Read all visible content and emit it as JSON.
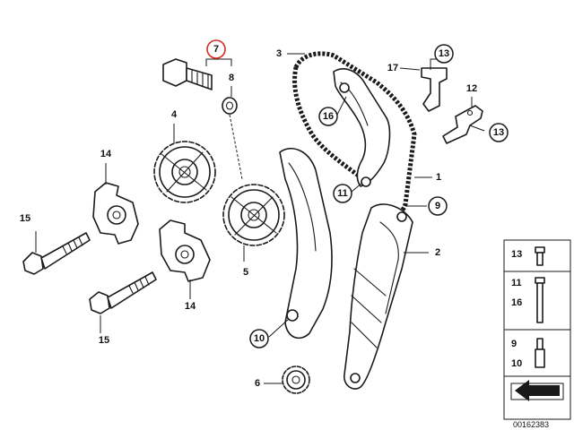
{
  "diagram": {
    "callouts": [
      {
        "id": "c7",
        "label": "7",
        "highlighted": true
      },
      {
        "id": "c8",
        "label": "8"
      },
      {
        "id": "c3",
        "label": "3"
      },
      {
        "id": "c13a",
        "label": "13"
      },
      {
        "id": "c17",
        "label": "17"
      },
      {
        "id": "c12",
        "label": "12"
      },
      {
        "id": "c13b",
        "label": "13"
      },
      {
        "id": "c16",
        "label": "16"
      },
      {
        "id": "c4",
        "label": "4"
      },
      {
        "id": "c14a",
        "label": "14"
      },
      {
        "id": "c1",
        "label": "1"
      },
      {
        "id": "c11",
        "label": "11"
      },
      {
        "id": "c9",
        "label": "9"
      },
      {
        "id": "c15a",
        "label": "15"
      },
      {
        "id": "c2",
        "label": "2"
      },
      {
        "id": "c5",
        "label": "5"
      },
      {
        "id": "c14b",
        "label": "14"
      },
      {
        "id": "c10",
        "label": "10"
      },
      {
        "id": "c15b",
        "label": "15"
      },
      {
        "id": "c6",
        "label": "6"
      }
    ],
    "legend": [
      {
        "labels": [
          "13"
        ]
      },
      {
        "labels": [
          "11",
          "16"
        ]
      },
      {
        "labels": [
          "9",
          "10"
        ]
      }
    ],
    "diagram_code": "00162383",
    "highlight_color": "#d62b1f"
  }
}
